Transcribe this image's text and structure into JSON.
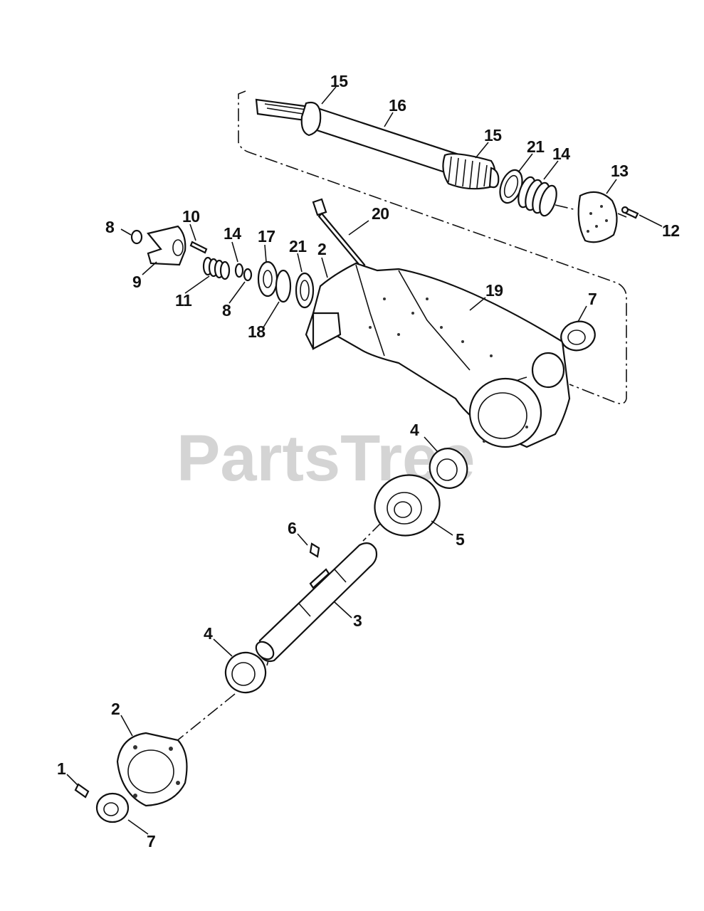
{
  "watermark": "PartsTree",
  "callouts": [
    {
      "id": "c15a",
      "text": "15"
    },
    {
      "id": "c16",
      "text": "16"
    },
    {
      "id": "c15b",
      "text": "15"
    },
    {
      "id": "c21a",
      "text": "21"
    },
    {
      "id": "c14a",
      "text": "14"
    },
    {
      "id": "c13",
      "text": "13"
    },
    {
      "id": "c12",
      "text": "12"
    },
    {
      "id": "c20",
      "text": "20"
    },
    {
      "id": "c10",
      "text": "10"
    },
    {
      "id": "c8a",
      "text": "8"
    },
    {
      "id": "c14b",
      "text": "14"
    },
    {
      "id": "c17",
      "text": "17"
    },
    {
      "id": "c21b",
      "text": "21"
    },
    {
      "id": "c2a",
      "text": "2"
    },
    {
      "id": "c9",
      "text": "9"
    },
    {
      "id": "c11",
      "text": "11"
    },
    {
      "id": "c8b",
      "text": "8"
    },
    {
      "id": "c18",
      "text": "18"
    },
    {
      "id": "c19",
      "text": "19"
    },
    {
      "id": "c7a",
      "text": "7"
    },
    {
      "id": "c4a",
      "text": "4"
    },
    {
      "id": "c5",
      "text": "5"
    },
    {
      "id": "c6",
      "text": "6"
    },
    {
      "id": "c3",
      "text": "3"
    },
    {
      "id": "c4b",
      "text": "4"
    },
    {
      "id": "c2b",
      "text": "2"
    },
    {
      "id": "c1",
      "text": "1"
    },
    {
      "id": "c7b",
      "text": "7"
    }
  ]
}
